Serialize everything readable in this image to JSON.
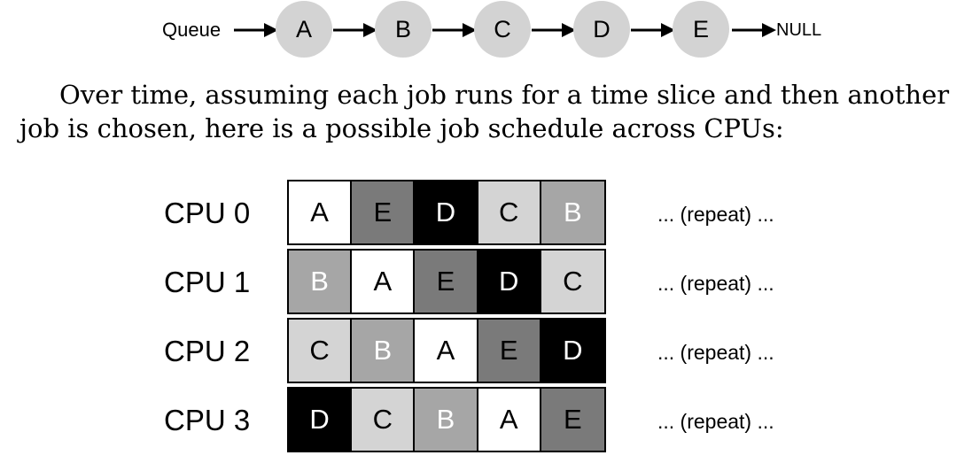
{
  "queue": {
    "label": "Queue",
    "nodes": [
      "A",
      "B",
      "C",
      "D",
      "E"
    ],
    "terminal": "NULL",
    "node_color": "#d3d3d3"
  },
  "paragraph": {
    "line1": "Over time, assuming each job runs for a time slice and then another",
    "line2": "job is chosen, here is a possible job schedule across CPUs:"
  },
  "job_colors": {
    "A": {
      "bg": "#ffffff",
      "fg": "#000000"
    },
    "B": {
      "bg": "#a6a6a6",
      "fg": "#ffffff"
    },
    "C": {
      "bg": "#d4d4d4",
      "fg": "#000000"
    },
    "D": {
      "bg": "#000000",
      "fg": "#ffffff"
    },
    "E": {
      "bg": "#7a7a7a",
      "fg": "#000000"
    }
  },
  "schedule": [
    {
      "label": "CPU 0",
      "jobs": [
        "A",
        "E",
        "D",
        "C",
        "B"
      ],
      "repeat": "... (repeat) ..."
    },
    {
      "label": "CPU 1",
      "jobs": [
        "B",
        "A",
        "E",
        "D",
        "C"
      ],
      "repeat": "... (repeat) ..."
    },
    {
      "label": "CPU 2",
      "jobs": [
        "C",
        "B",
        "A",
        "E",
        "D"
      ],
      "repeat": "... (repeat) ..."
    },
    {
      "label": "CPU 3",
      "jobs": [
        "D",
        "C",
        "B",
        "A",
        "E"
      ],
      "repeat": "... (repeat) ..."
    }
  ]
}
